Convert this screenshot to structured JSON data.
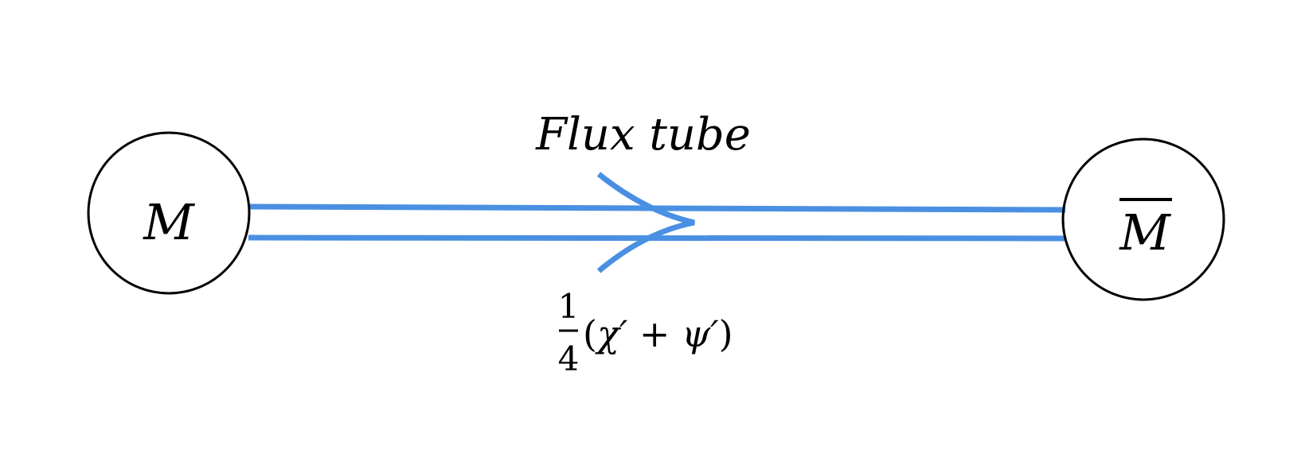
{
  "title": "Flux tube",
  "left_node": {
    "label": "M"
  },
  "right_node": {
    "label": "M",
    "overline": true
  },
  "arrow_label": {
    "fraction": {
      "numerator": "1",
      "denominator": "4"
    },
    "open_paren": "(",
    "chi": "χ′",
    "plus": " + ",
    "psi": "ψ′",
    "close_paren": ")"
  },
  "colors": {
    "tube": "#4A90E2",
    "node_stroke": "#000000",
    "text": "#000000"
  },
  "icons": {
    "flow_arrow": "chevron-right-icon"
  }
}
